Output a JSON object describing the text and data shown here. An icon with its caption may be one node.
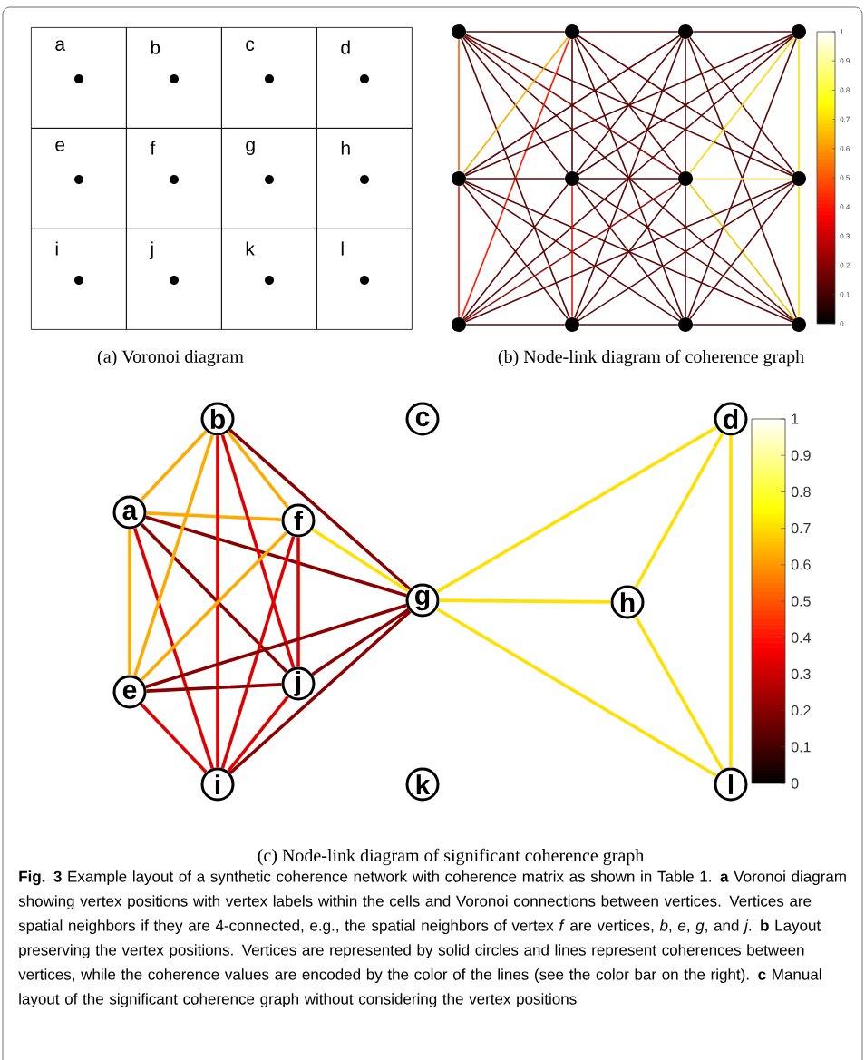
{
  "diagram": {
    "caption": "**Fig. 3** Example layout of a synthetic coherence network with coherence matrix as shown in Table 1. **a** Voronoi diagram showing vertex positions with vertex labels within the cells and Voronoi connections between vertices. Vertices are spatial neighbors if they are 4-connected, e.g., the spatial neighbors of vertex *f* are vertices, *b*, *e*, *g*, and *j*. **b** Layout preserving the vertex positions. Vertices are represented by solid circles and lines represent coherences between vertices, while the coherence values are encoded by the color of the lines (see the color bar on the right). **c** Manual layout of the significant coherence graph without considering the vertex positions",
    "nodes": [
      {
        "text": [
          "a"
        ]
      },
      {
        "text": [
          "b"
        ]
      },
      {
        "text": [
          "c"
        ]
      },
      {
        "text": [
          "d"
        ]
      },
      {
        "text": [
          "e"
        ]
      },
      {
        "text": [
          "f"
        ]
      },
      {
        "text": [
          "g"
        ]
      },
      {
        "text": [
          "h"
        ]
      },
      {
        "text": [
          "i"
        ]
      },
      {
        "text": [
          "j"
        ]
      },
      {
        "text": [
          "k"
        ]
      },
      {
        "text": [
          "l"
        ]
      },
      {
        "text": [],
        "shape": "circle"
      },
      {
        "text": [],
        "shape": "circle"
      },
      {
        "text": [],
        "shape": "circle"
      },
      {
        "text": [],
        "shape": "circle"
      },
      {
        "text": [],
        "shape": "circle"
      },
      {
        "text": [],
        "shape": "circle"
      },
      {
        "text": [],
        "shape": "circle"
      },
      {
        "text": [],
        "shape": "circle"
      },
      {
        "text": [],
        "shape": "circle"
      },
      {
        "text": [],
        "shape": "circle"
      },
      {
        "text": [],
        "shape": "circle"
      },
      {
        "text": [],
        "shape": "circle"
      },
      {
        "text": [
          "a"
        ]
      },
      {
        "text": [
          "b"
        ]
      },
      {
        "text": [
          "c"
        ]
      },
      {
        "text": [
          "d"
        ]
      },
      {
        "text": [
          "e"
        ]
      },
      {
        "text": [
          "f"
        ]
      },
      {
        "text": [
          "g"
        ]
      },
      {
        "text": [
          "h"
        ]
      },
      {
        "text": [
          "i"
        ]
      },
      {
        "text": [
          "j"
        ]
      },
      {
        "text": [
          "k"
        ]
      },
      {
        "text": [
          "l"
        ]
      }
    ],
    "edges": [
      {
        "from": 12,
        "to": 13,
        "arrow": "none"
      },
      {
        "from": 12,
        "to": 16,
        "arrow": "none",
        "color": "#ff5a00"
      },
      {
        "from": 12,
        "to": 17,
        "arrow": "none"
      },
      {
        "from": 12,
        "to": 18,
        "arrow": "none",
        "color": "#8a1010"
      },
      {
        "from": 12,
        "to": 19,
        "arrow": "none"
      },
      {
        "from": 12,
        "to": 21,
        "arrow": "none"
      },
      {
        "from": 12,
        "to": 23,
        "arrow": "none"
      },
      {
        "from": 13,
        "to": 14,
        "arrow": "none"
      },
      {
        "from": 13,
        "to": 16,
        "arrow": "none",
        "color": "#ffaa00"
      },
      {
        "from": 13,
        "to": 17,
        "arrow": "none"
      },
      {
        "from": 13,
        "to": 18,
        "arrow": "none"
      },
      {
        "from": 13,
        "to": 19,
        "arrow": "none"
      },
      {
        "from": 13,
        "to": 20,
        "arrow": "none",
        "color": "#ff1a00"
      },
      {
        "from": 13,
        "to": 22,
        "arrow": "none"
      },
      {
        "from": 14,
        "to": 15,
        "arrow": "none"
      },
      {
        "from": 14,
        "to": 16,
        "arrow": "none"
      },
      {
        "from": 14,
        "to": 17,
        "arrow": "none"
      },
      {
        "from": 14,
        "to": 18,
        "arrow": "none"
      },
      {
        "from": 14,
        "to": 19,
        "arrow": "none"
      },
      {
        "from": 14,
        "to": 21,
        "arrow": "none"
      },
      {
        "from": 14,
        "to": 23,
        "arrow": "none"
      },
      {
        "from": 15,
        "to": 16,
        "arrow": "none"
      },
      {
        "from": 15,
        "to": 17,
        "arrow": "none"
      },
      {
        "from": 15,
        "to": 18,
        "arrow": "none",
        "color": "#ffd700"
      },
      {
        "from": 15,
        "to": 19,
        "arrow": "none",
        "color": "#ffe000"
      },
      {
        "from": 15,
        "to": 20,
        "arrow": "none"
      },
      {
        "from": 15,
        "to": 22,
        "arrow": "none"
      },
      {
        "from": 16,
        "to": 17,
        "arrow": "none"
      },
      {
        "from": 16,
        "to": 20,
        "arrow": "none",
        "color": "#ee1100"
      },
      {
        "from": 16,
        "to": 21,
        "arrow": "none"
      },
      {
        "from": 16,
        "to": 22,
        "arrow": "none"
      },
      {
        "from": 16,
        "to": 23,
        "arrow": "none"
      },
      {
        "from": 17,
        "to": 18,
        "arrow": "none"
      },
      {
        "from": 17,
        "to": 20,
        "arrow": "none"
      },
      {
        "from": 17,
        "to": 21,
        "arrow": "none",
        "color": "#ee1100"
      },
      {
        "from": 17,
        "to": 22,
        "arrow": "none"
      },
      {
        "from": 17,
        "to": 23,
        "arrow": "none"
      },
      {
        "from": 18,
        "to": 19,
        "arrow": "none",
        "color": "#ffe680"
      },
      {
        "from": 18,
        "to": 20,
        "arrow": "none",
        "color": "#901010"
      },
      {
        "from": 18,
        "to": 21,
        "arrow": "none"
      },
      {
        "from": 18,
        "to": 22,
        "arrow": "none"
      },
      {
        "from": 18,
        "to": 23,
        "arrow": "none",
        "color": "#f0c800"
      },
      {
        "from": 19,
        "to": 20,
        "arrow": "none"
      },
      {
        "from": 19,
        "to": 21,
        "arrow": "none"
      },
      {
        "from": 19,
        "to": 22,
        "arrow": "none"
      },
      {
        "from": 19,
        "to": 23,
        "arrow": "none",
        "color": "#ffe000"
      },
      {
        "from": 20,
        "to": 21,
        "arrow": "none"
      },
      {
        "from": 21,
        "to": 22,
        "arrow": "none"
      },
      {
        "from": 22,
        "to": 23,
        "arrow": "none"
      },
      {
        "from": 24,
        "to": 25,
        "arrow": "none",
        "style": "thick",
        "color": "#ffaa00"
      },
      {
        "from": 24,
        "to": 29,
        "arrow": "none",
        "style": "thick",
        "color": "#ffaa00"
      },
      {
        "from": 24,
        "to": 28,
        "arrow": "none",
        "style": "thick",
        "color": "#ffaa00"
      },
      {
        "from": 24,
        "to": 30,
        "arrow": "none",
        "style": "thick",
        "color": "#8b0000"
      },
      {
        "from": 24,
        "to": 33,
        "arrow": "none",
        "style": "thick",
        "color": "#8b0000"
      },
      {
        "from": 24,
        "to": 32,
        "arrow": "none",
        "style": "thick",
        "color": "#e00000"
      },
      {
        "from": 25,
        "to": 28,
        "arrow": "none",
        "style": "thick",
        "color": "#ffaa00"
      },
      {
        "from": 25,
        "to": 29,
        "arrow": "none",
        "style": "thick",
        "color": "#ffaa00"
      },
      {
        "from": 25,
        "to": 32,
        "arrow": "none",
        "style": "thick",
        "color": "#e00000"
      },
      {
        "from": 25,
        "to": 33,
        "arrow": "none",
        "style": "thick",
        "color": "#e00000"
      },
      {
        "from": 25,
        "to": 30,
        "arrow": "none",
        "style": "thick",
        "color": "#8b0000"
      },
      {
        "from": 29,
        "to": 28,
        "arrow": "none",
        "style": "thick",
        "color": "#ffaa00"
      },
      {
        "from": 29,
        "to": 30,
        "arrow": "none",
        "style": "thick",
        "color": "#ffe000"
      },
      {
        "from": 29,
        "to": 33,
        "arrow": "none",
        "style": "thick",
        "color": "#e00000"
      },
      {
        "from": 29,
        "to": 32,
        "arrow": "none",
        "style": "thick",
        "color": "#e00000"
      },
      {
        "from": 28,
        "to": 30,
        "arrow": "none",
        "style": "thick",
        "color": "#8b0000"
      },
      {
        "from": 28,
        "to": 33,
        "arrow": "none",
        "style": "thick",
        "color": "#8b0000"
      },
      {
        "from": 28,
        "to": 32,
        "arrow": "none",
        "style": "thick",
        "color": "#e00000"
      },
      {
        "from": 33,
        "to": 30,
        "arrow": "none",
        "style": "thick",
        "color": "#8b0000"
      },
      {
        "from": 33,
        "to": 32,
        "arrow": "none",
        "style": "thick",
        "color": "#e00000"
      },
      {
        "from": 32,
        "to": 30,
        "arrow": "none",
        "style": "thick",
        "color": "#8b0000"
      },
      {
        "from": 30,
        "to": 27,
        "arrow": "none",
        "style": "thick",
        "color": "#ffe000"
      },
      {
        "from": 30,
        "to": 31,
        "arrow": "none",
        "style": "thick",
        "color": "#ffe000"
      },
      {
        "from": 30,
        "to": 35,
        "arrow": "none",
        "style": "thick",
        "color": "#ffe000"
      },
      {
        "from": 31,
        "to": 27,
        "arrow": "none",
        "style": "thick",
        "color": "#ffe000"
      },
      {
        "from": 31,
        "to": 35,
        "arrow": "none",
        "style": "thick",
        "color": "#ffe000"
      },
      {
        "from": 27,
        "to": 35,
        "arrow": "none",
        "style": "thick",
        "color": "#ffe000"
      }
    ],
    "labels": [
      "1",
      "0.9",
      "0.8",
      "0.7",
      "0.6",
      "0.5",
      "0.4",
      "0.3",
      "0.2",
      "0.1",
      "0",
      "(a) Voronoi diagram",
      "(b) Node-link diagram of coherence graph",
      "1",
      "0.9",
      "0.8",
      "0.7",
      "0.6",
      "0.5",
      "0.4",
      "0.3",
      "0.2",
      "0.1",
      "0",
      "(c) Node-link diagram of significant coherence graph"
    ]
  }
}
